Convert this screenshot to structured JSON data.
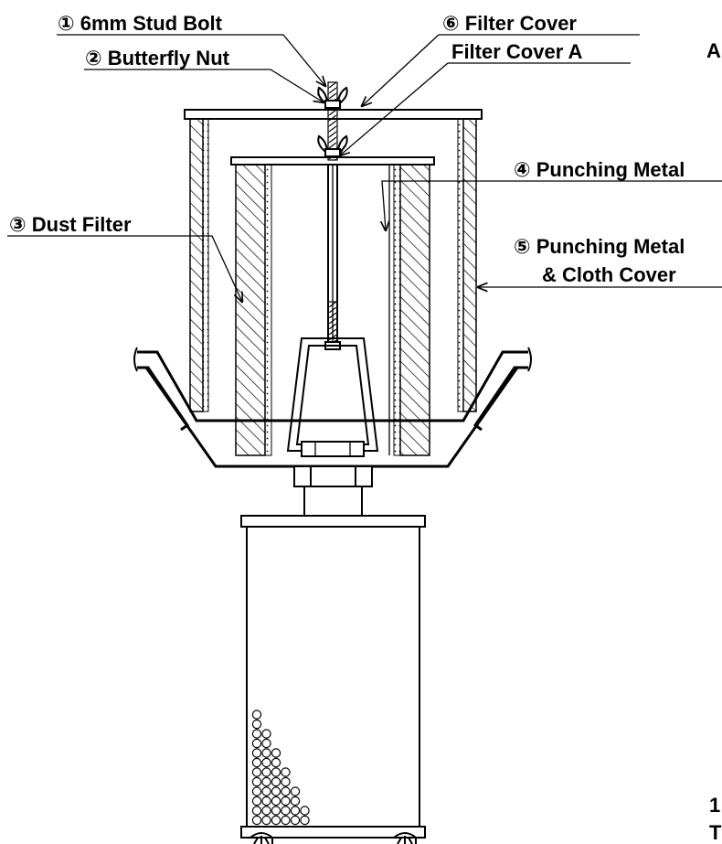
{
  "labels": {
    "stud_bolt": "① 6mm Stud Bolt",
    "butterfly_nut": "② Butterfly Nut",
    "dust_filter": "③ Dust Filter",
    "punching_metal": "④ Punching Metal",
    "punching_cloth_1": "⑤ Punching Metal",
    "punching_cloth_2": "& Cloth Cover",
    "filter_cover": "⑥ Filter Cover",
    "filter_cover_a": "Filter Cover A",
    "edge_top": "A",
    "edge_bottom_1": "1",
    "edge_bottom_2": "T"
  },
  "colors": {
    "ink": "#000000",
    "paper": "#ffffff"
  }
}
